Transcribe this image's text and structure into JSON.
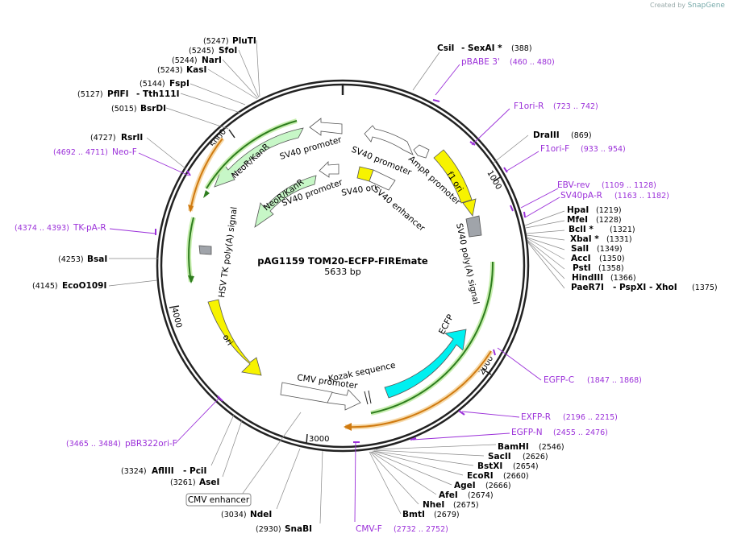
{
  "watermark": {
    "prefix": "Created by",
    "brand": "SnapGene"
  },
  "plasmid": {
    "name": "pAG1159 TOM20-ECFP-FIREmate",
    "size": "5633 bp"
  },
  "ticks": [
    "1000",
    "2000",
    "3000",
    "4000",
    "5000"
  ],
  "enzymes": [
    {
      "name": "CsiI",
      "extra": "- SexAI *",
      "pos": "(388)"
    },
    {
      "name": "DraIII",
      "pos": "(869)"
    },
    {
      "name": "HpaI",
      "pos": "(1219)"
    },
    {
      "name": "MfeI",
      "pos": "(1228)"
    },
    {
      "name": "BclI *",
      "pos": "(1321)"
    },
    {
      "name": "XbaI *",
      "pos": "(1331)"
    },
    {
      "name": "SalI",
      "pos": "(1349)"
    },
    {
      "name": "AccI",
      "pos": "(1350)"
    },
    {
      "name": "PstI",
      "pos": "(1358)"
    },
    {
      "name": "HindIII",
      "pos": "(1366)"
    },
    {
      "name": "PaeR7I",
      "extra": "- PspXI  - XhoI",
      "pos": "(1375)"
    },
    {
      "name": "BamHI",
      "pos": "(2546)"
    },
    {
      "name": "SacII",
      "pos": "(2626)"
    },
    {
      "name": "BstXI",
      "pos": "(2654)"
    },
    {
      "name": "EcoRI",
      "pos": "(2660)"
    },
    {
      "name": "AgeI",
      "pos": "(2666)"
    },
    {
      "name": "AfeI",
      "pos": "(2674)"
    },
    {
      "name": "NheI",
      "pos": "(2675)"
    },
    {
      "name": "BmtI",
      "pos": "(2679)"
    },
    {
      "name": "SnaBI",
      "pos": "(2930)"
    },
    {
      "name": "NdeI",
      "pos": "(3034)"
    },
    {
      "name": "AseI",
      "pos": "(3261)"
    },
    {
      "name": "AflIII",
      "extra": "- PciI",
      "pos": "(3324)"
    },
    {
      "name": "EcoO109I",
      "pos": "(4145)"
    },
    {
      "name": "BsaI",
      "pos": "(4253)"
    },
    {
      "name": "RsrII",
      "pos": "(4727)"
    },
    {
      "name": "BsrDI",
      "pos": "(5015)"
    },
    {
      "name": "PflFI",
      "extra": "- Tth111I",
      "pos": "(5127)"
    },
    {
      "name": "FspI",
      "pos": "(5144)"
    },
    {
      "name": "KasI",
      "pos": "(5243)"
    },
    {
      "name": "NarI",
      "pos": "(5244)"
    },
    {
      "name": "SfoI",
      "pos": "(5245)"
    },
    {
      "name": "PluTI",
      "pos": "(5247)"
    }
  ],
  "primers": [
    {
      "name": "pBABE 3'",
      "pos": "(460 .. 480)"
    },
    {
      "name": "F1ori-R",
      "pos": "(723 .. 742)"
    },
    {
      "name": "F1ori-F",
      "pos": "(933 .. 954)"
    },
    {
      "name": "EBV-rev",
      "pos": "(1109 .. 1128)"
    },
    {
      "name": "SV40pA-R",
      "pos": "(1163 .. 1182)"
    },
    {
      "name": "EGFP-C",
      "pos": "(1847 .. 1868)"
    },
    {
      "name": "EXFP-R",
      "pos": "(2196 .. 2215)"
    },
    {
      "name": "EGFP-N",
      "pos": "(2455 .. 2476)"
    },
    {
      "name": "CMV-F",
      "pos": "(2732 .. 2752)"
    },
    {
      "name": "pBR322ori-F",
      "pos": "(3465 .. 3484)"
    },
    {
      "name": "TK-pA-R",
      "pos": "(4374 .. 4393)"
    },
    {
      "name": "Neo-F",
      "pos": "(4692 .. 4711)"
    }
  ],
  "features": {
    "f1_ori": "f1 ori",
    "ampr_promoter": "AmpR promoter",
    "sv40_promoter_outer": "SV40 promoter",
    "sv40_promoter_mid": "SV40 promoter",
    "sv40_promoter_inner": "SV40 promoter",
    "sv40_ori": "SV40 ori",
    "sv40_enhancer": "SV40 enhancer",
    "sv40_polya": "SV40 poly(A) signal",
    "ecfp": "ECFP",
    "kozak": "Kozak sequence",
    "cmv_promoter": "CMV promoter",
    "cmv_enhancer": "CMV enhancer",
    "ori": "ori",
    "hsv_polya": "HSV TK poly(A) signal",
    "neokan_outer": "NeoR/KanR",
    "neokan_inner": "NeoR/KanR"
  },
  "colors": {
    "primer": "#9b30d9",
    "ori_yellow": "#f7f300",
    "ecfp_cyan": "#00f0f0",
    "neo_green": "#c7f7c7",
    "orf_green": "#2e7d1e",
    "orf_orange": "#f0b060",
    "backbone": "#222222"
  }
}
